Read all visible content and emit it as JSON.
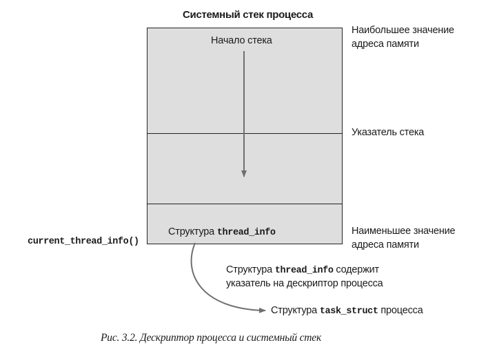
{
  "title": "Системный стек процесса",
  "stack_top_label": "Начало стека",
  "right_labels": {
    "highest_line1": "Наибольшее значение",
    "highest_line2": "адреса памяти",
    "stack_pointer": "Указатель стека",
    "lowest_line1": "Наименьшее значение",
    "lowest_line2": "адреса памяти"
  },
  "thread_info_box": {
    "prefix": "Структура",
    "code": "thread_info"
  },
  "left_label": "current_thread_info()",
  "note": {
    "line1_prefix": "Структура",
    "line1_code": "thread_info",
    "line1_suffix": "содержит",
    "line2": "указатель на дескриптор процесса"
  },
  "task_struct": {
    "prefix": "Структура",
    "code": "task_struct",
    "suffix": "процесса"
  },
  "caption": "Рис. 3.2. Дескриптор процесса и системный стек"
}
